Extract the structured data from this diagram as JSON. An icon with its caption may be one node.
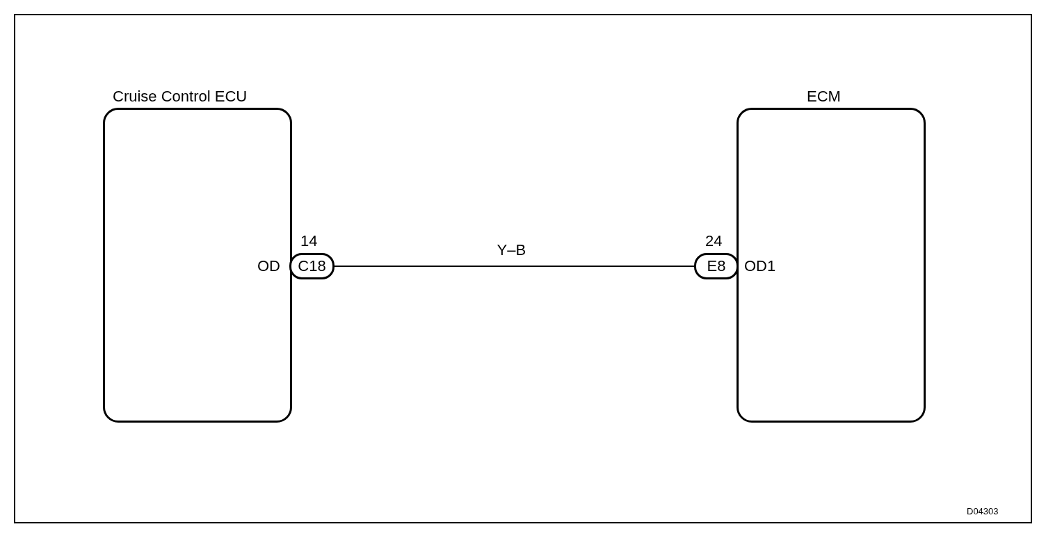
{
  "diagram": {
    "nodes": [
      {
        "text": [
          "Cruise Control ECU"
        ]
      },
      {
        "text": [
          "ECM"
        ]
      },
      {
        "text": [
          "C18"
        ],
        "beside": [
          "14"
        ]
      },
      {
        "text": [
          "E8"
        ],
        "beside": [
          "24"
        ]
      }
    ],
    "edges": [
      {
        "from": 2,
        "to": 3,
        "arrow": "none",
        "label": "Y–B"
      }
    ],
    "labels": [
      "OD",
      "OD1",
      "D04303"
    ]
  }
}
